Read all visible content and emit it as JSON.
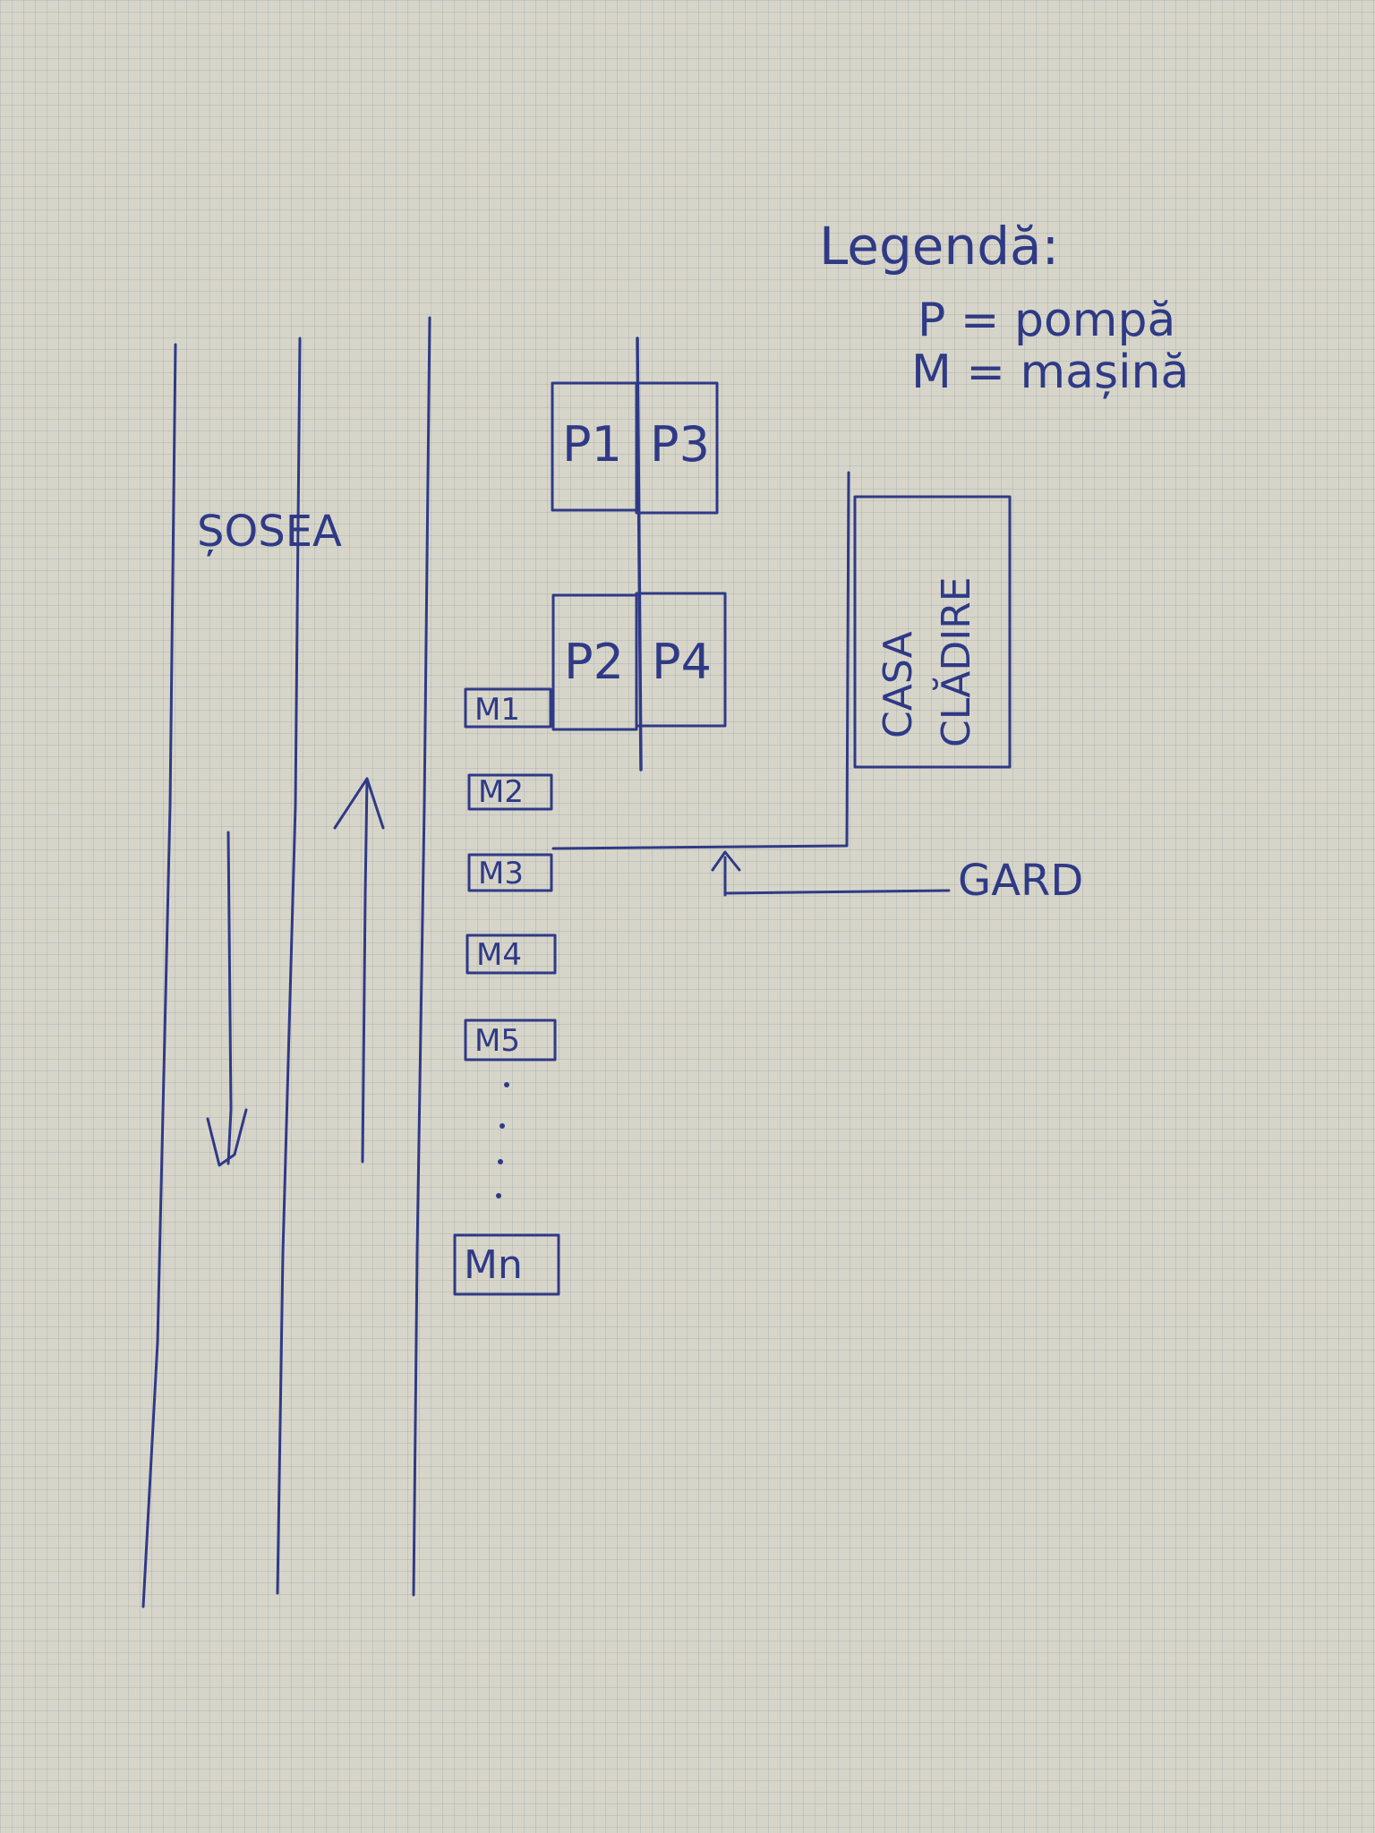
{
  "colors": {
    "paper": "#d7d5c9",
    "ink": "#2f3a86"
  },
  "road": {
    "label": "ȘOSEA"
  },
  "legend": {
    "title": "Legendă:",
    "items": [
      "P = pompă",
      "M = mașină"
    ]
  },
  "pumps": [
    "P1",
    "P3",
    "P2",
    "P4"
  ],
  "cars": [
    "M1",
    "M2",
    "M3",
    "M4",
    "M5",
    "Mn"
  ],
  "building": {
    "line1": "CASA",
    "line2": "CLĂDIRE"
  },
  "fence": {
    "label": "GARD"
  }
}
